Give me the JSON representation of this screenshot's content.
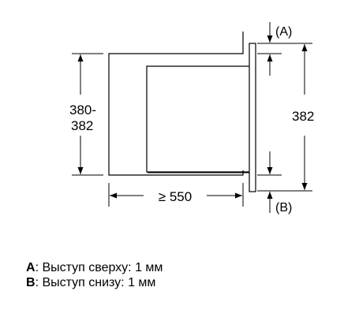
{
  "diagram": {
    "dim_height_left_line1": "380-",
    "dim_height_left_line2": "382",
    "dim_height_right": "382",
    "dim_depth": "≥ 550",
    "tag_a": "(A)",
    "tag_b": "(B)"
  },
  "legend": [
    {
      "key": "A",
      "text": ": Выступ сверху: 1 мм"
    },
    {
      "key": "B",
      "text": ": Выступ снизу: 1 мм"
    }
  ]
}
